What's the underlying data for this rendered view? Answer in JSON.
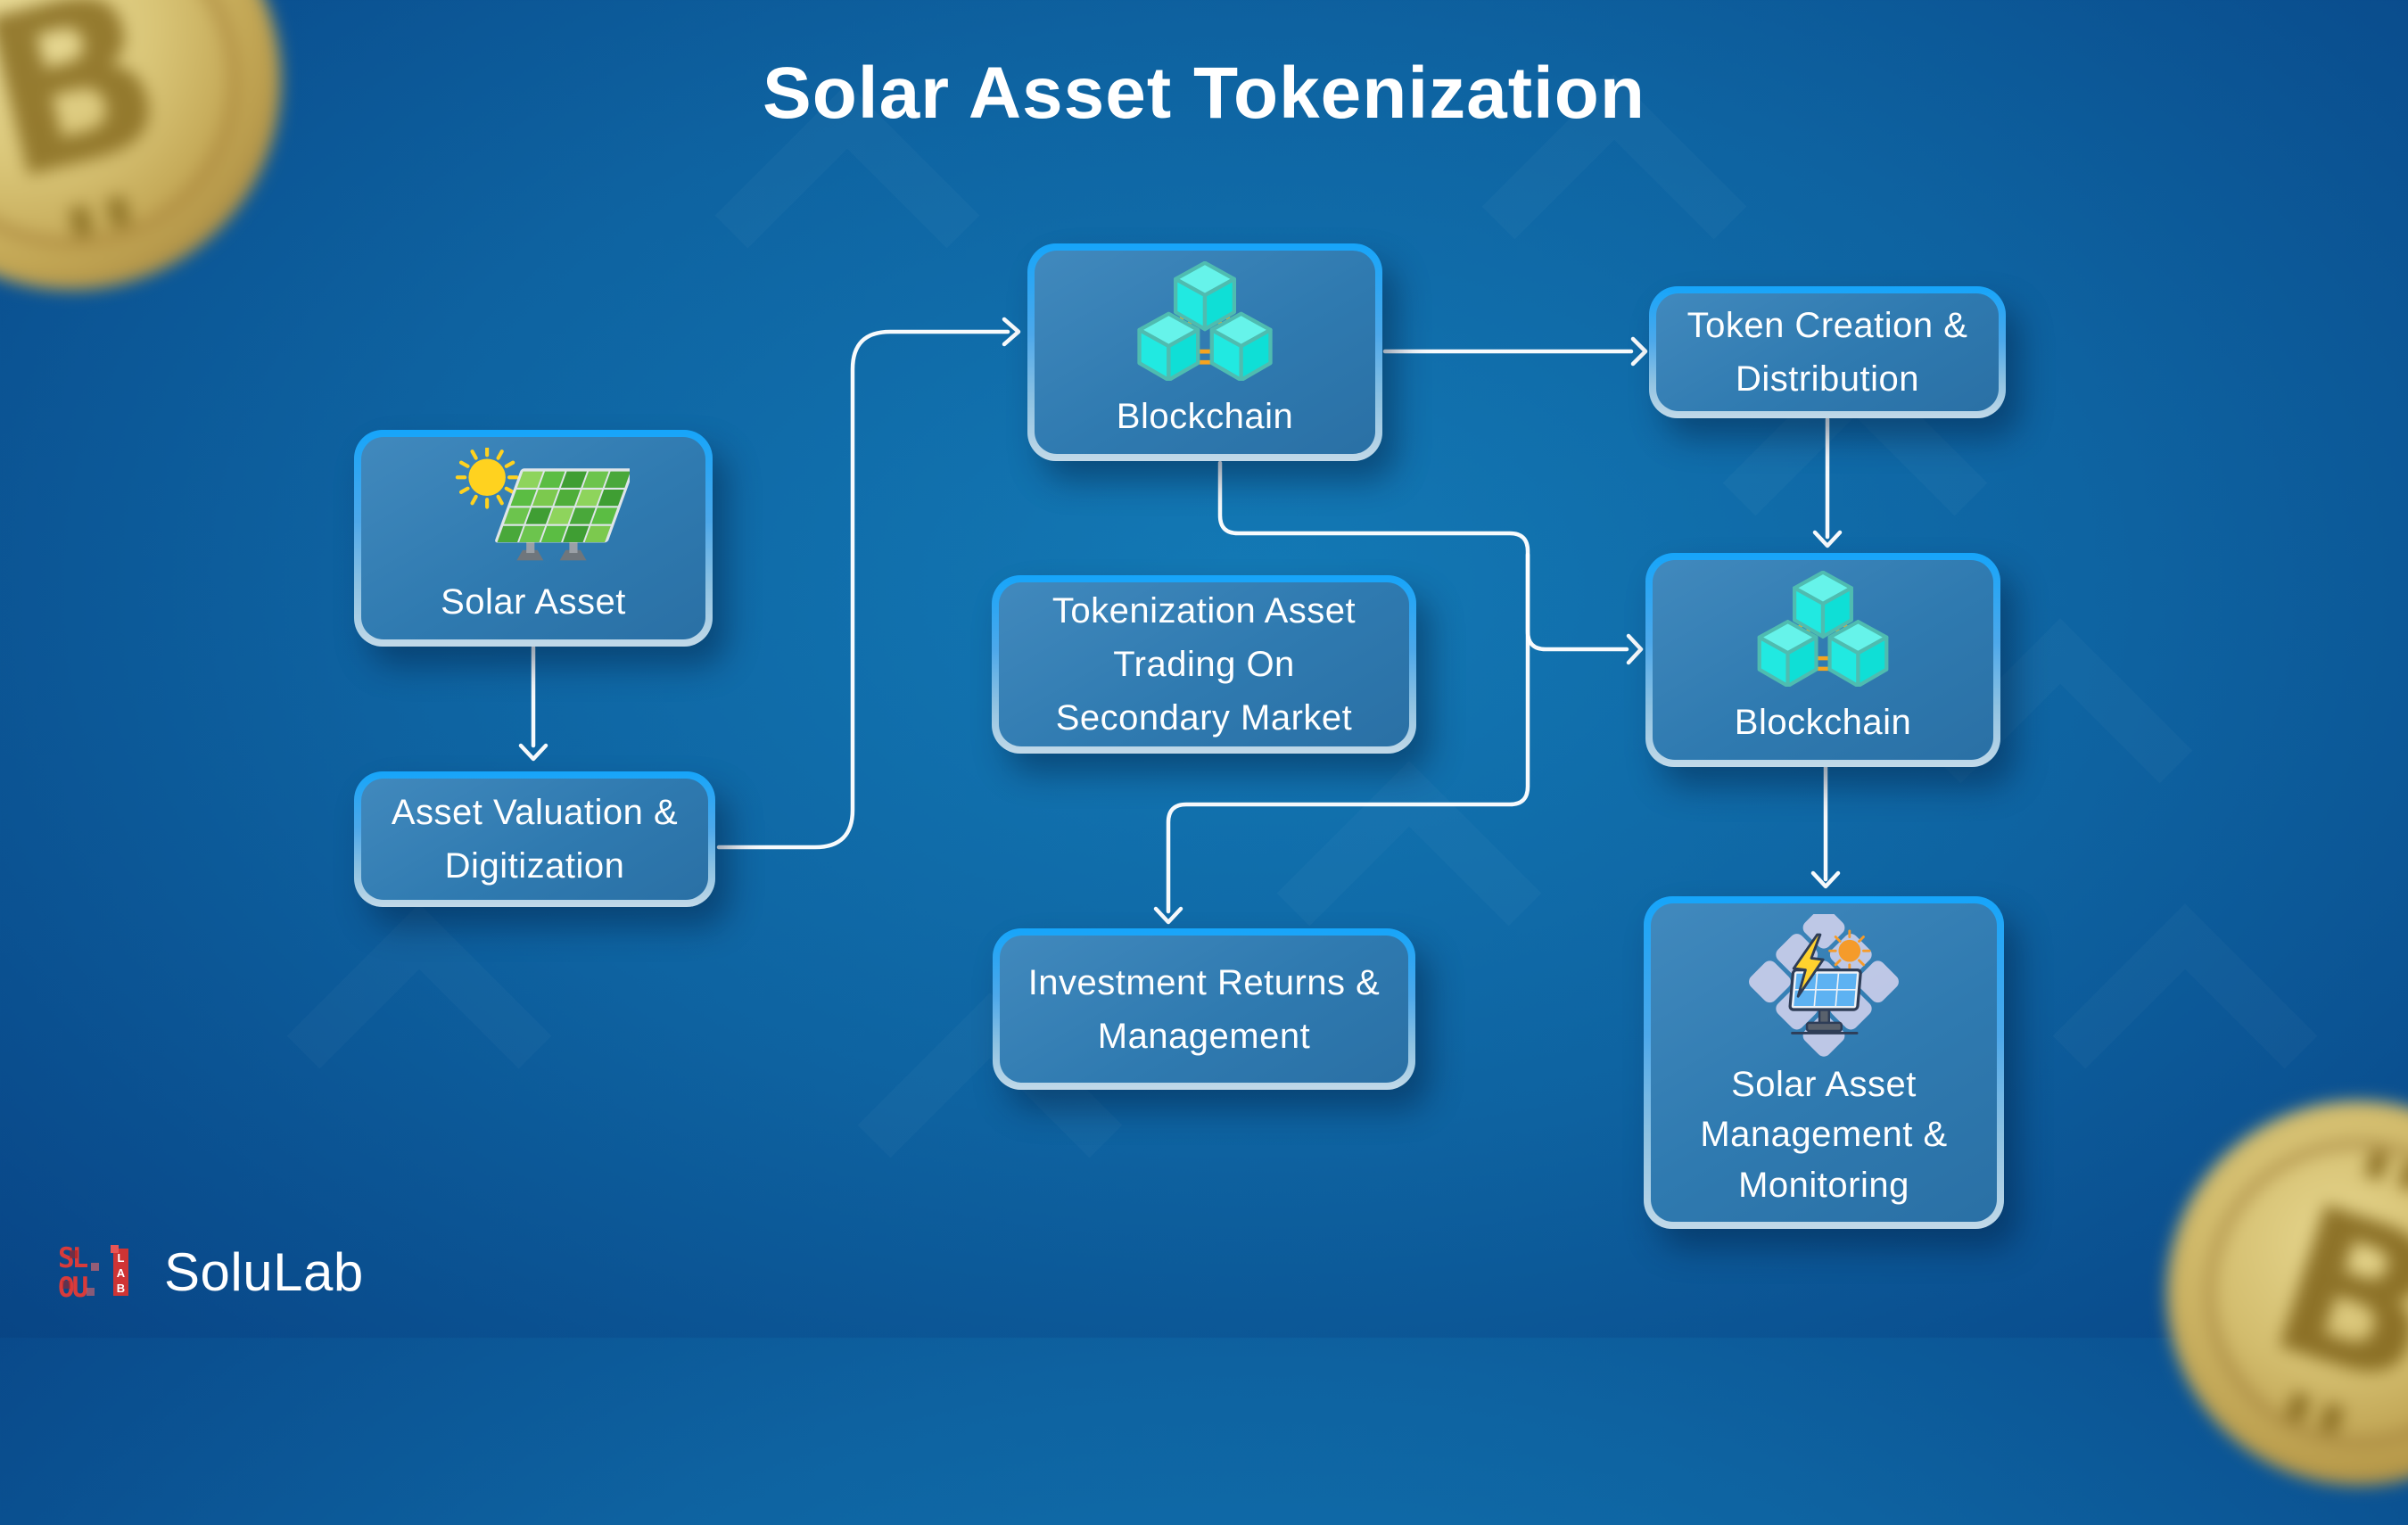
{
  "title": "Solar Asset Tokenization",
  "nodes": {
    "solar_asset": {
      "lines": [
        "Solar Asset"
      ],
      "icon": "solar-panel-icon"
    },
    "asset_valuation": {
      "lines": [
        "Asset Valuation &",
        "Digitization"
      ]
    },
    "blockchain_top": {
      "lines": [
        "Blockchain"
      ],
      "icon": "blockchain-icon"
    },
    "token_creation": {
      "lines": [
        "Token Creation &",
        "Distribution"
      ]
    },
    "tokenization_trading": {
      "lines": [
        "Tokenization Asset",
        "Trading On",
        "Secondary Market"
      ]
    },
    "blockchain_right": {
      "lines": [
        "Blockchain"
      ],
      "icon": "blockchain-icon"
    },
    "investment_returns": {
      "lines": [
        "Investment Returns &",
        "Management"
      ]
    },
    "solar_management": {
      "lines": [
        "Solar Asset",
        "Management &",
        "Monitoring"
      ],
      "icon": "solar-management-icon"
    }
  },
  "edges": [
    {
      "from": "solar_asset",
      "to": "asset_valuation"
    },
    {
      "from": "asset_valuation",
      "to": "blockchain_top"
    },
    {
      "from": "blockchain_top",
      "to": "token_creation"
    },
    {
      "from": "token_creation",
      "to": "blockchain_right"
    },
    {
      "from": "blockchain_top",
      "to": "blockchain_right"
    },
    {
      "from": "blockchain_top",
      "to": "investment_returns"
    },
    {
      "from": "blockchain_right",
      "to": "solar_management"
    }
  ],
  "brand": {
    "company": "SoluLab",
    "mark_row1": "SL",
    "mark_row2": "OU",
    "mark_vertical_1": "L",
    "mark_vertical_2": "A",
    "mark_vertical_3": "B"
  },
  "decor": {
    "coin_letter": "B"
  },
  "colors": {
    "background_center": "#1379b5",
    "background_edge": "#032a5e",
    "node_border_top": "#16a5fa",
    "node_border_bottom": "#c2d9e8",
    "node_fill": "#2f7ab0",
    "connector": "#ffffff",
    "cube_cyan": "#21e9e1",
    "chain_link_orange": "#f6a41f",
    "logo_red": "#d83b3b",
    "coin_gold": "#d8c475",
    "text": "#ffffff"
  }
}
